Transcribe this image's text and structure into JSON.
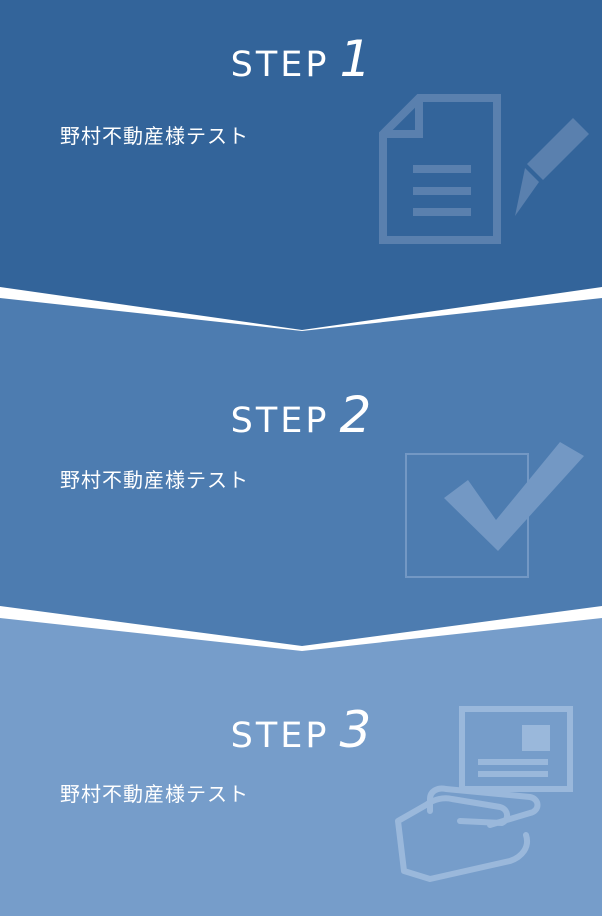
{
  "colors": {
    "step1": "#33649a",
    "step2": "#4d7cb0",
    "step3": "#769dca"
  },
  "steps": [
    {
      "label": "STEP",
      "number": "1",
      "description": "野村不動産様テスト",
      "icon": "document-pencil-icon"
    },
    {
      "label": "STEP",
      "number": "2",
      "description": "野村不動産様テスト",
      "icon": "checkbox-check-icon"
    },
    {
      "label": "STEP",
      "number": "3",
      "description": "野村不動産様テスト",
      "icon": "hand-card-icon"
    }
  ]
}
